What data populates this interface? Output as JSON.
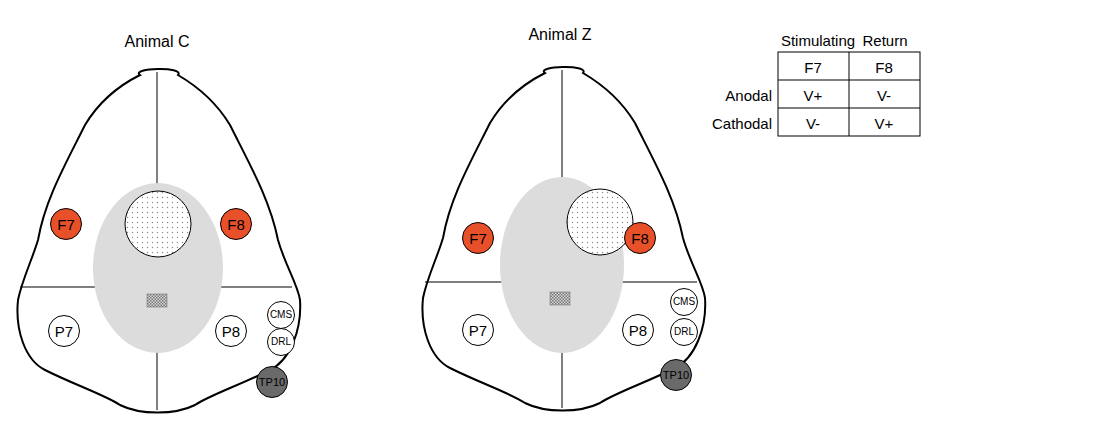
{
  "diagram": {
    "nodes": [
      {
        "text": [
          "F7"
        ]
      },
      {
        "text": [
          "F8"
        ]
      },
      {
        "text": [
          "P7"
        ]
      },
      {
        "text": [
          "P8"
        ]
      },
      {
        "text": [
          "CMS"
        ]
      },
      {
        "text": [
          "DRL"
        ]
      },
      {
        "text": [
          "TP10"
        ]
      },
      {
        "text": [
          "F7"
        ]
      },
      {
        "text": [
          "F8"
        ]
      },
      {
        "text": [
          "P7"
        ]
      },
      {
        "text": [
          "P8"
        ]
      },
      {
        "text": [
          "CMS"
        ]
      },
      {
        "text": [
          "DRL"
        ]
      },
      {
        "text": [
          "TP10"
        ]
      }
    ],
    "labels": [
      "Animal C",
      "Animal Z",
      "Stimulating",
      "Return",
      "F7",
      "F8",
      "Anodal",
      "V+",
      "V-",
      "Cathodal",
      "V-",
      "V+"
    ]
  }
}
